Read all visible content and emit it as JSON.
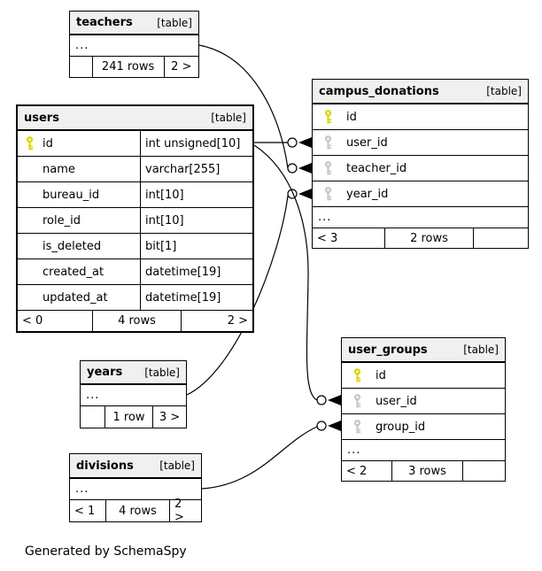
{
  "generator_note": "Generated by SchemaSpy",
  "colors": {
    "primary_key": "#d8d800",
    "foreign_key": "#c6c6c6",
    "header_bg": "#f0f0f0",
    "line": "#000000"
  },
  "tables": {
    "teachers": {
      "name": "teachers",
      "tag": "[table]",
      "ellipsis": "...",
      "footer": [
        "",
        "241 rows",
        "2 >"
      ]
    },
    "users": {
      "name": "users",
      "tag": "[table]",
      "columns": [
        {
          "name": "id",
          "type": "int unsigned[10]",
          "key": "primary"
        },
        {
          "name": "name",
          "type": "varchar[255]",
          "key": ""
        },
        {
          "name": "bureau_id",
          "type": "int[10]",
          "key": ""
        },
        {
          "name": "role_id",
          "type": "int[10]",
          "key": ""
        },
        {
          "name": "is_deleted",
          "type": "bit[1]",
          "key": ""
        },
        {
          "name": "created_at",
          "type": "datetime[19]",
          "key": ""
        },
        {
          "name": "updated_at",
          "type": "datetime[19]",
          "key": ""
        }
      ],
      "footer": [
        "< 0",
        "4 rows",
        "2 >"
      ]
    },
    "campus_donations": {
      "name": "campus_donations",
      "tag": "[table]",
      "columns": [
        {
          "name": "id",
          "key": "primary"
        },
        {
          "name": "user_id",
          "key": "foreign"
        },
        {
          "name": "teacher_id",
          "key": "foreign"
        },
        {
          "name": "year_id",
          "key": "foreign"
        }
      ],
      "ellipsis": "...",
      "footer": [
        "< 3",
        "2 rows",
        ""
      ]
    },
    "user_groups": {
      "name": "user_groups",
      "tag": "[table]",
      "columns": [
        {
          "name": "id",
          "key": "primary"
        },
        {
          "name": "user_id",
          "key": "foreign"
        },
        {
          "name": "group_id",
          "key": "foreign"
        }
      ],
      "ellipsis": "...",
      "footer": [
        "< 2",
        "3 rows",
        ""
      ]
    },
    "years": {
      "name": "years",
      "tag": "[table]",
      "ellipsis": "...",
      "footer": [
        "",
        "1 row",
        "3 >"
      ]
    },
    "divisions": {
      "name": "divisions",
      "tag": "[table]",
      "ellipsis": "...",
      "footer": [
        "< 1",
        "4 rows",
        "2 >"
      ]
    }
  },
  "relationships": [
    {
      "from": "users.id",
      "to": "campus_donations.user_id"
    },
    {
      "from": "teachers",
      "to": "campus_donations.teacher_id"
    },
    {
      "from": "years",
      "to": "campus_donations.year_id"
    },
    {
      "from": "users.id",
      "to": "user_groups.user_id"
    },
    {
      "from": "divisions",
      "to": "user_groups.group_id"
    }
  ]
}
